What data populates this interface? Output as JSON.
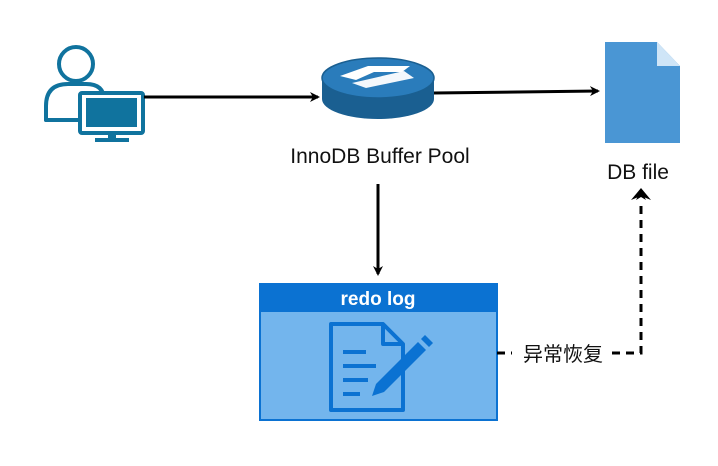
{
  "nodes": {
    "buffer_pool": {
      "label": "InnoDB Buffer Pool"
    },
    "db_file": {
      "label": "DB file"
    },
    "redo_log": {
      "title": "redo log"
    }
  },
  "edges": {
    "recovery": {
      "label": "异常恢复"
    }
  },
  "colors": {
    "user_stroke": "#10739e",
    "monitor": "#10739e",
    "cylinder_top": "#1f6fa8",
    "cylinder_body": "#1a5f91",
    "file": "#4a96d4",
    "redo_header": "#0b72d2",
    "redo_body": "#73b5ed",
    "arrow": "#000000"
  }
}
